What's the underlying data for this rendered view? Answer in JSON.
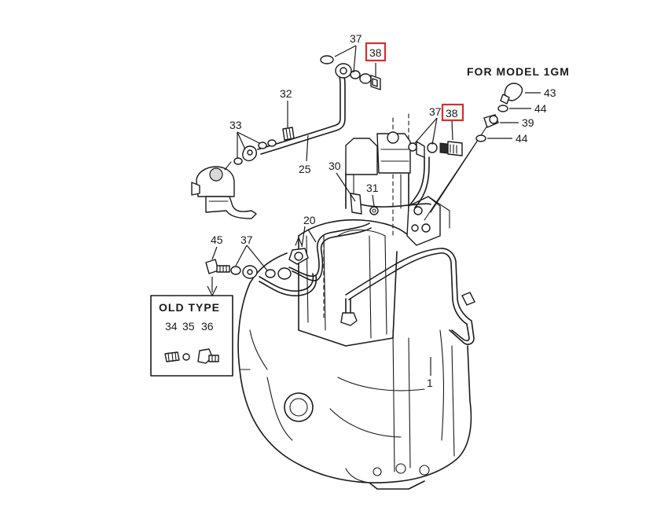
{
  "diagram": {
    "section_label": "FOR MODEL 1GM",
    "inset_label": "OLD TYPE",
    "callouts": {
      "c37_top": "37",
      "c38_top": "38",
      "c32": "32",
      "c33": "33",
      "c25": "25",
      "c30": "30",
      "c31": "31",
      "c37_mid": "37",
      "c38_mid": "38",
      "c43": "43",
      "c44_a": "44",
      "c39": "39",
      "c44_b": "44",
      "c20": "20",
      "c45": "45",
      "c37_left": "37",
      "c34": "34",
      "c35": "35",
      "c36": "36",
      "c1": "1"
    },
    "highlighted": [
      "c38_top",
      "c38_mid"
    ],
    "highlight_color": "#d32f2f"
  }
}
